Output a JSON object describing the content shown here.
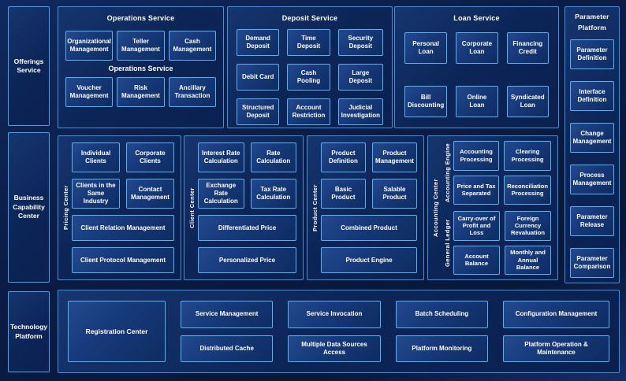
{
  "colors": {
    "background": "#0a1d47",
    "panel_border": "#3e92dd",
    "box_border": "#57b2f2",
    "box_fill": "#173a7b",
    "text": "#ffffff"
  },
  "left_rail": {
    "offerings": "Offerings Service",
    "business": "Business Capability Center",
    "technology": "Technology Platform"
  },
  "top_row": {
    "operations": {
      "title": "Operations Service",
      "mid_label": "Operations Service",
      "row1": [
        "Organizational Management",
        "Teller Management",
        "Cash Management"
      ],
      "row2": [
        "Voucher Management",
        "Risk Management",
        "Ancillary Transaction"
      ]
    },
    "deposit": {
      "title": "Deposit Service",
      "items": [
        "Demand Deposit",
        "Time Deposit",
        "Security Deposit",
        "Debit Card",
        "Cash Pooling",
        "Large Deposit",
        "Structured Deposit",
        "Account Restriction",
        "Judicial Investigation"
      ]
    },
    "loan": {
      "title": "Loan Service",
      "items": [
        "Personal Loan",
        "Corporate Loan",
        "Financing Credit",
        "Bill Discounting",
        "Online Loan",
        "Syndicated Loan"
      ]
    }
  },
  "parameter_platform": {
    "title": "Parameter Platform",
    "items": [
      "Parameter Definition",
      "Interface Definition",
      "Change Management",
      "Process Management",
      "Parameter Release",
      "Parameter Comparison"
    ]
  },
  "middle_row": {
    "pricing_center": {
      "label": "Pricing Center",
      "grid": [
        "Individual Clients",
        "Corporate Clients",
        "Clients in the Same Industry",
        "Contact Management"
      ],
      "wide": [
        "Client Relation Management",
        "Client Protocol Management"
      ]
    },
    "client_center": {
      "label": "Client Center",
      "grid": [
        "Interest Rate Calculation",
        "Rate Calculation",
        "Exchange Rate Calculation",
        "Tax Rate Calculation"
      ],
      "wide": [
        "Differentiated Price",
        "Personalized Price"
      ]
    },
    "product_center": {
      "label": "Product Center",
      "grid": [
        "Product Definition",
        "Product Management",
        "Basic Product",
        "Salable Product"
      ],
      "wide": [
        "Combined Product",
        "Product Engine"
      ]
    },
    "accounting_center": {
      "label": "Accounting Center",
      "groups": [
        {
          "label": "Accounting Engine",
          "items": [
            "Accounting Processing",
            "Clearing Processing",
            "Price and Tax Separated",
            "Reconciliation Processing"
          ]
        },
        {
          "label": "General Ledger",
          "items": [
            "Carry-over of Profit and Loss",
            "Foreign Currency Revaluation",
            "Account Balance",
            "Monthly and Annual Balance"
          ]
        }
      ]
    }
  },
  "bottom_row": {
    "registration": "Registration Center",
    "columns": [
      [
        "Service Management",
        "Distributed Cache"
      ],
      [
        "Service Invocation",
        "Multiple Data Sources Access"
      ],
      [
        "Batch Scheduling",
        "Platform Monitoring"
      ],
      [
        "Configuration Management",
        "Platform Operation & Maintenance"
      ]
    ]
  }
}
